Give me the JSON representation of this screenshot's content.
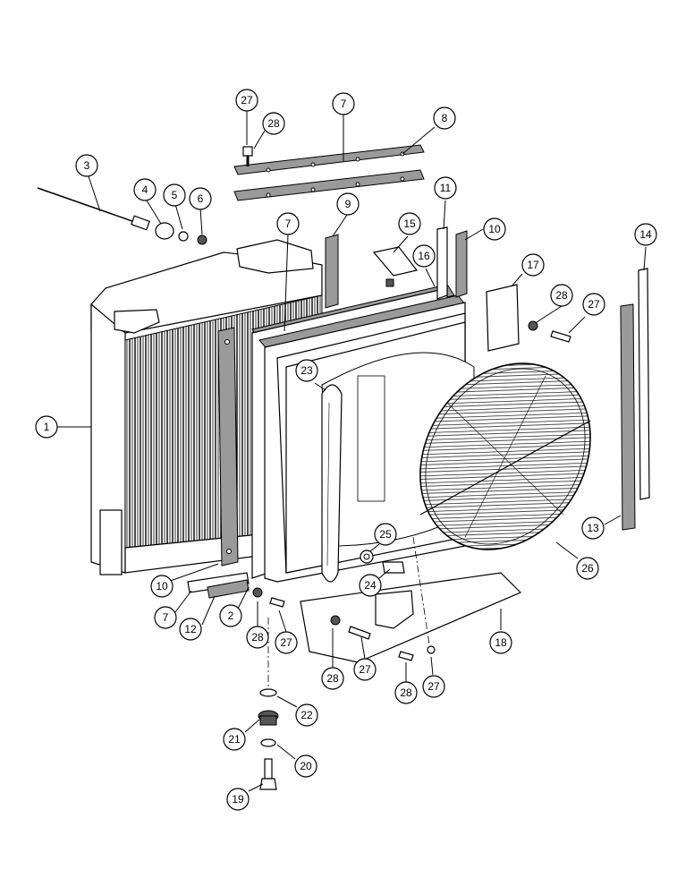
{
  "diagram": {
    "callouts": [
      {
        "label": "1"
      },
      {
        "label": "2"
      },
      {
        "label": "3"
      },
      {
        "label": "4"
      },
      {
        "label": "5"
      },
      {
        "label": "6"
      },
      {
        "label": "7"
      },
      {
        "label": "7"
      },
      {
        "label": "7"
      },
      {
        "label": "8"
      },
      {
        "label": "9"
      },
      {
        "label": "10"
      },
      {
        "label": "10"
      },
      {
        "label": "11"
      },
      {
        "label": "12"
      },
      {
        "label": "13"
      },
      {
        "label": "14"
      },
      {
        "label": "15"
      },
      {
        "label": "16"
      },
      {
        "label": "17"
      },
      {
        "label": "18"
      },
      {
        "label": "19"
      },
      {
        "label": "20"
      },
      {
        "label": "21"
      },
      {
        "label": "22"
      },
      {
        "label": "23"
      },
      {
        "label": "24"
      },
      {
        "label": "25"
      },
      {
        "label": "26"
      },
      {
        "label": "27"
      },
      {
        "label": "27"
      },
      {
        "label": "27"
      },
      {
        "label": "27"
      },
      {
        "label": "27"
      },
      {
        "label": "28"
      },
      {
        "label": "28"
      },
      {
        "label": "28"
      },
      {
        "label": "28"
      },
      {
        "label": "28"
      }
    ]
  }
}
